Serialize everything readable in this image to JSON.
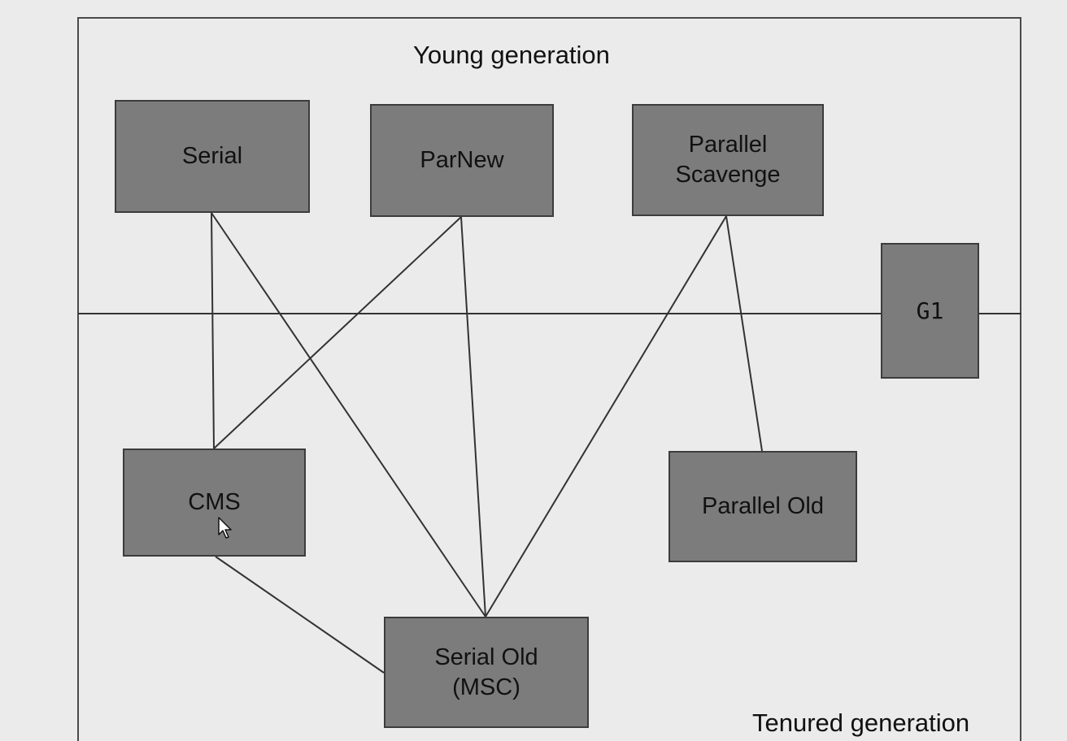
{
  "regions": {
    "young_generation": "Young generation",
    "tenured_generation": "Tenured generation"
  },
  "collectors": {
    "serial": "Serial",
    "parnew": "ParNew",
    "parallel_scavenge": "Parallel\nScavenge",
    "g1": "G1",
    "cms": "CMS",
    "parallel_old": "Parallel Old",
    "serial_old": "Serial Old\n(MSC)"
  },
  "connections": [
    [
      "Serial",
      "CMS"
    ],
    [
      "Serial",
      "Serial Old (MSC)"
    ],
    [
      "ParNew",
      "CMS"
    ],
    [
      "ParNew",
      "Serial Old (MSC)"
    ],
    [
      "Parallel Scavenge",
      "Serial Old (MSC)"
    ],
    [
      "Parallel Scavenge",
      "Parallel Old"
    ],
    [
      "CMS",
      "Serial Old (MSC)"
    ]
  ],
  "colors": {
    "background": "#ebebeb",
    "box_fill": "#7c7c7c",
    "line": "#333333"
  },
  "icons": {
    "cursor": "mouse-pointer-icon"
  }
}
